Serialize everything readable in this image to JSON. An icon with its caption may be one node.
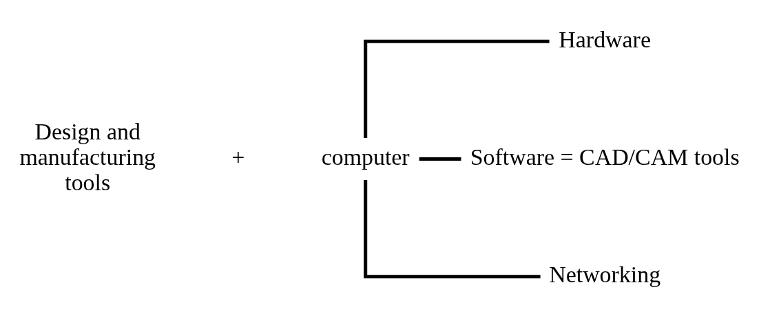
{
  "diagram": {
    "nodes": [
      {
        "text": [
          "computer"
        ]
      },
      {
        "text": [
          "Hardware"
        ]
      },
      {
        "text": [
          "Software = CAD/CAM tools"
        ]
      },
      {
        "text": [
          "Networking"
        ]
      }
    ],
    "edges": [
      {
        "from": 0,
        "to": 1,
        "arrow": "none"
      },
      {
        "from": 0,
        "to": 2,
        "arrow": "none"
      },
      {
        "from": 0,
        "to": 3,
        "arrow": "none"
      }
    ],
    "labels": [
      "Design and manufacturing tools",
      "+"
    ]
  }
}
